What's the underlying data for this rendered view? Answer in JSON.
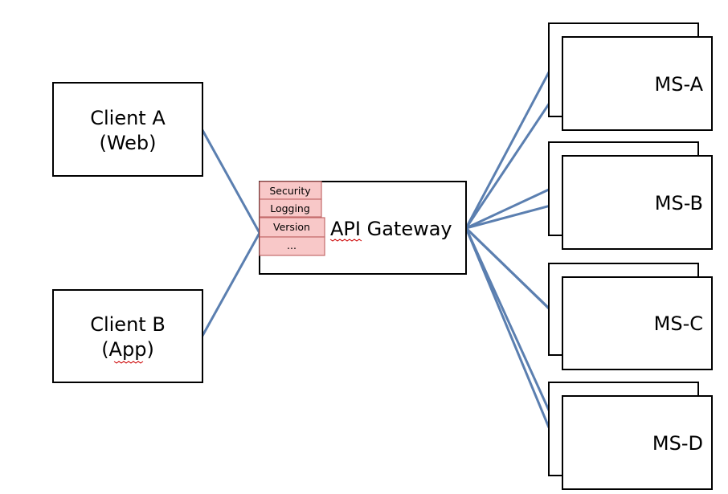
{
  "clients": [
    {
      "id": "client-a",
      "line1": "Client A",
      "line2": "(Web)"
    },
    {
      "id": "client-b",
      "line1": "Client B",
      "line2": "(App)"
    }
  ],
  "gateway": {
    "label": "API Gateway",
    "plugins": [
      "Security",
      "Logging",
      "Version",
      "..."
    ]
  },
  "microservices": [
    "MS-A",
    "MS-B",
    "MS-C",
    "MS-D"
  ],
  "colors": {
    "connector": "#5b7fb0",
    "plugin_fill": "#f8c8c8",
    "plugin_border": "#c46a6a",
    "spellcheck_underline": "#cc0000"
  }
}
